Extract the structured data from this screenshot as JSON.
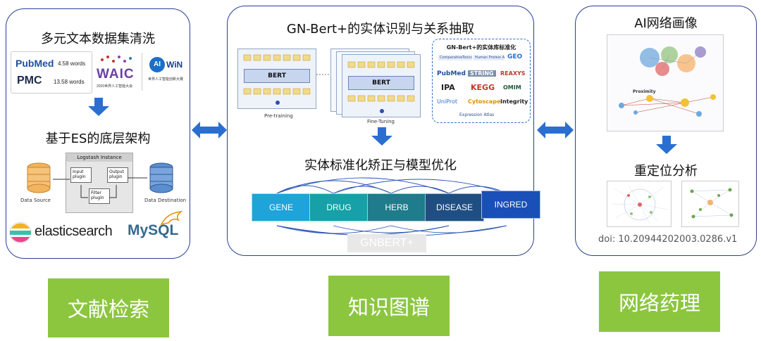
{
  "left": {
    "title": "多元文本数据集清洗",
    "pubmed_label": "PubMed",
    "pubmed_words": "4.58 words",
    "pmc_label": "PMC",
    "pmc_words": "13.58 words",
    "waic_label": "WAIC",
    "waic_sub": "2020世界人工智能大会",
    "win_label": "WiN",
    "win_sub": "世界人工智能创新大赛",
    "subtitle": "基于ES的底层架构",
    "es_diagram": {
      "instance": "Logstash Instance",
      "input": "Input plugin",
      "filter": "Filter plugin",
      "output": "Output plugin",
      "source": "Data Source",
      "destination": "Data Destination"
    },
    "elastic_label": "elasticsearch",
    "mysql_label": "MySQL"
  },
  "center": {
    "title": "GN-Bert+的实体识别与关系抽取",
    "pretraining_caption": "Pre-training",
    "finetuning_caption": "Fine-Tuning",
    "bert_label": "BERT",
    "std_box_title": "GN-Bert+的实体库标准化",
    "std_logos": [
      "ComparativeToxicogenomics",
      "Human Protein Atlas",
      "GEO",
      "PubMed",
      "STRING",
      "REAXYS",
      "IPA",
      "KEGG",
      "OMIM",
      "UniProt",
      "Cytoscape",
      "Integrity",
      "Expression Atlas"
    ],
    "subtitle": "实体标准化矫正与模型优化",
    "nodes": [
      "GENE",
      "DRUG",
      "HERB",
      "DISEASE",
      "INGRED"
    ],
    "footer": "GNBERT+"
  },
  "right": {
    "title": "AI网络画像",
    "subtitle": "重定位分析",
    "doi": "doi: 10.20944202003.0286.v1"
  },
  "bottom": {
    "left": "文献检索",
    "center": "知识图谱",
    "right": "网络药理"
  },
  "colors": {
    "border": "#2a3f8f",
    "arrow": "#2a6fcf",
    "green": "#8cc63f",
    "gene": "#1ea4d8",
    "drug": "#17a0a8",
    "herb": "#1e7c8c",
    "disease": "#1f4f82",
    "ingred": "#1a4fb8"
  }
}
